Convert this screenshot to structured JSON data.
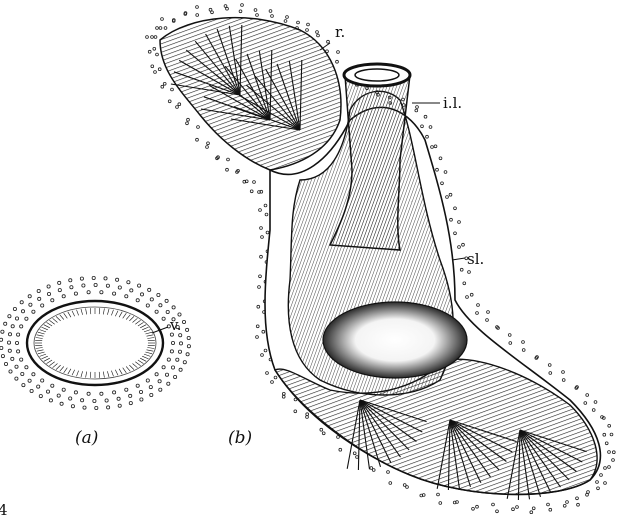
{
  "figure": {
    "number": "4",
    "panel_a": {
      "caption": "(a)",
      "label_v": "v."
    },
    "panel_b": {
      "caption": "(b)",
      "label_r": "r.",
      "label_il": "i.l.",
      "label_sl": "sl."
    }
  }
}
